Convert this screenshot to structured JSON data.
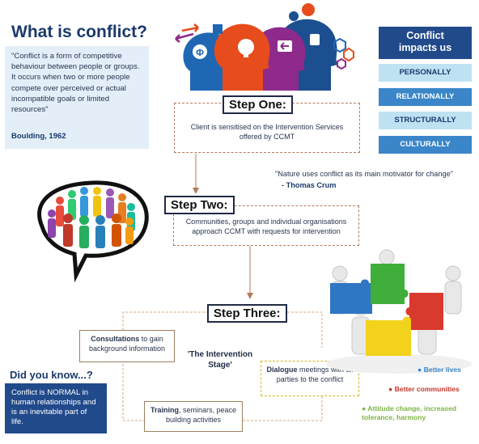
{
  "intro": {
    "title": "What is conflict?",
    "quote": "\"Conflict is a form of competitive behaviour between people or groups. It occurs when two or more people compete over perceived or actual incompatible goals or limited resources\"",
    "author": "Boulding, 1962"
  },
  "impacts": {
    "title_line1": "Conflict",
    "title_line2": "impacts us",
    "items": [
      "PERSONALLY",
      "RELATIONALLY",
      "STRUCTURALLY",
      "CULTURALLY"
    ]
  },
  "steps": [
    {
      "label": "Step One:",
      "text": "Client is sensitised on the Intervention Services offered by CCMT"
    },
    {
      "label": "Step Two:",
      "text": "Communities, groups and individual organisations approach CCMT with requests for intervention"
    },
    {
      "label": "Step Three:"
    }
  ],
  "quote": {
    "text": "\"Nature uses conflict as its main motivator for change\"",
    "author": "-  Thomas Crum"
  },
  "intervention": {
    "stage_line1": "'The Intervention",
    "stage_line2": "Stage'",
    "consultations_bold": "Consultations",
    "consultations_rest": " to gain background information",
    "dialogue_bold": "Dialogue",
    "dialogue_rest": " meetings with all parties to the conflict",
    "training_bold": "Training",
    "training_rest": ", seminars, peace building activities"
  },
  "did_you_know": {
    "title": "Did you know...?",
    "text": "Conflict is NORMAL in human relationships and is an inevitable part of life."
  },
  "outcomes": [
    {
      "text": "Better lives",
      "color": "#3a86c8"
    },
    {
      "text": "Better communities",
      "color": "#c0392b"
    },
    {
      "text": "Attitude change, increased tolerance, harmony",
      "color": "#7cb342"
    }
  ],
  "colors": {
    "navy": "#1b3a6b",
    "panel_dark": "#214a8b",
    "panel_light": "#bfe2f3",
    "panel_mid": "#3a86c8",
    "connector": "#b47a5a"
  }
}
